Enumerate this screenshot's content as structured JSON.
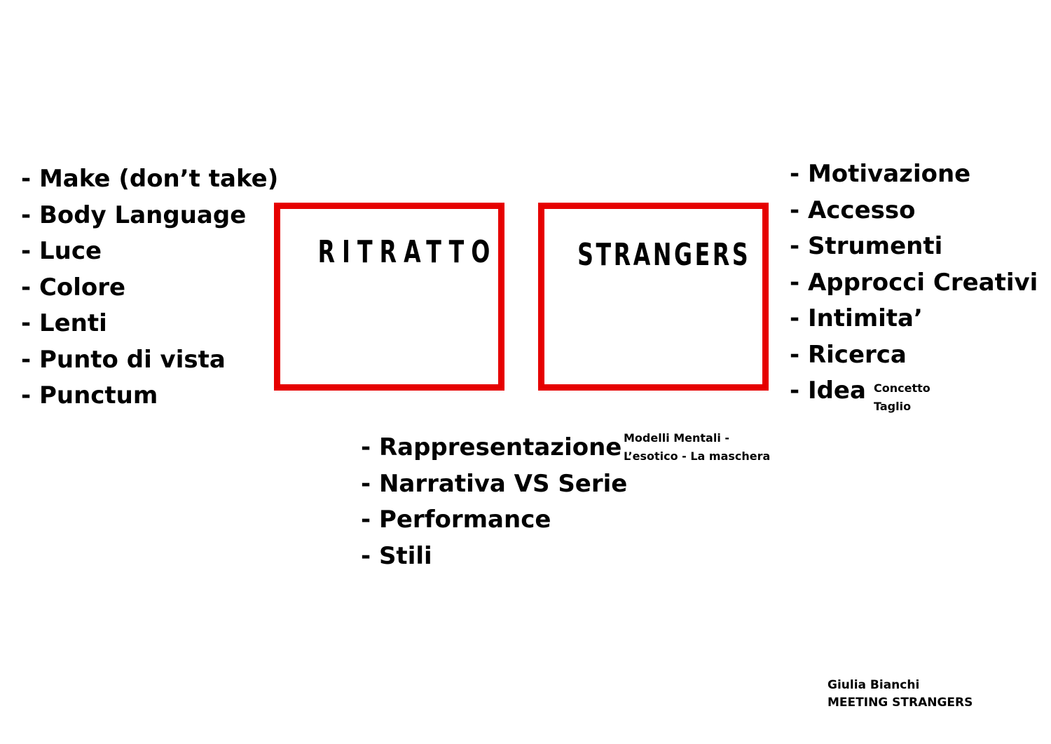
{
  "left_list": [
    "- Make (don’t take)",
    "- Body Language",
    "- Luce",
    "- Colore",
    "- Lenti",
    "- Punto di vista",
    "- Punctum"
  ],
  "boxes": {
    "ritratto": "RITRATTO",
    "strangers": "STRANGERS"
  },
  "right_list": [
    "- Motivazione",
    "- Accesso",
    "- Strumenti",
    "- Approcci Creativi",
    "- Intimita’",
    "- Ricerca",
    "- Idea"
  ],
  "idea_note": [
    "Concetto",
    "Taglio"
  ],
  "bottom_list": [
    "- Rappresentazione",
    "- Narrativa VS Serie",
    "- Performance",
    "- Stili"
  ],
  "rappresentazione_note": [
    "Modelli Mentali -",
    "L’esotico - La maschera"
  ],
  "author": {
    "name": "Giulia Bianchi",
    "project": "MEETING STRANGERS"
  },
  "colors": {
    "box_border": "#e60000",
    "text": "#000000",
    "background": "#ffffff"
  }
}
